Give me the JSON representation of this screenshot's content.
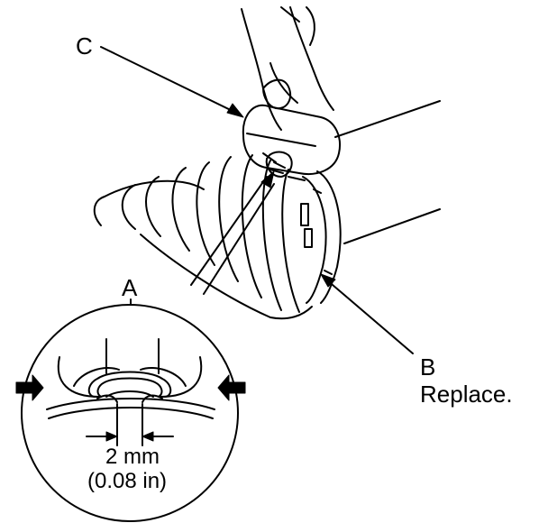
{
  "callouts": {
    "c": "C",
    "a": "A",
    "b": "B",
    "b_note": "Replace.",
    "gap_metric": "2 mm",
    "gap_imperial": "(0.08 in)"
  },
  "colors": {
    "ink": "#000000",
    "paper": "#ffffff"
  }
}
